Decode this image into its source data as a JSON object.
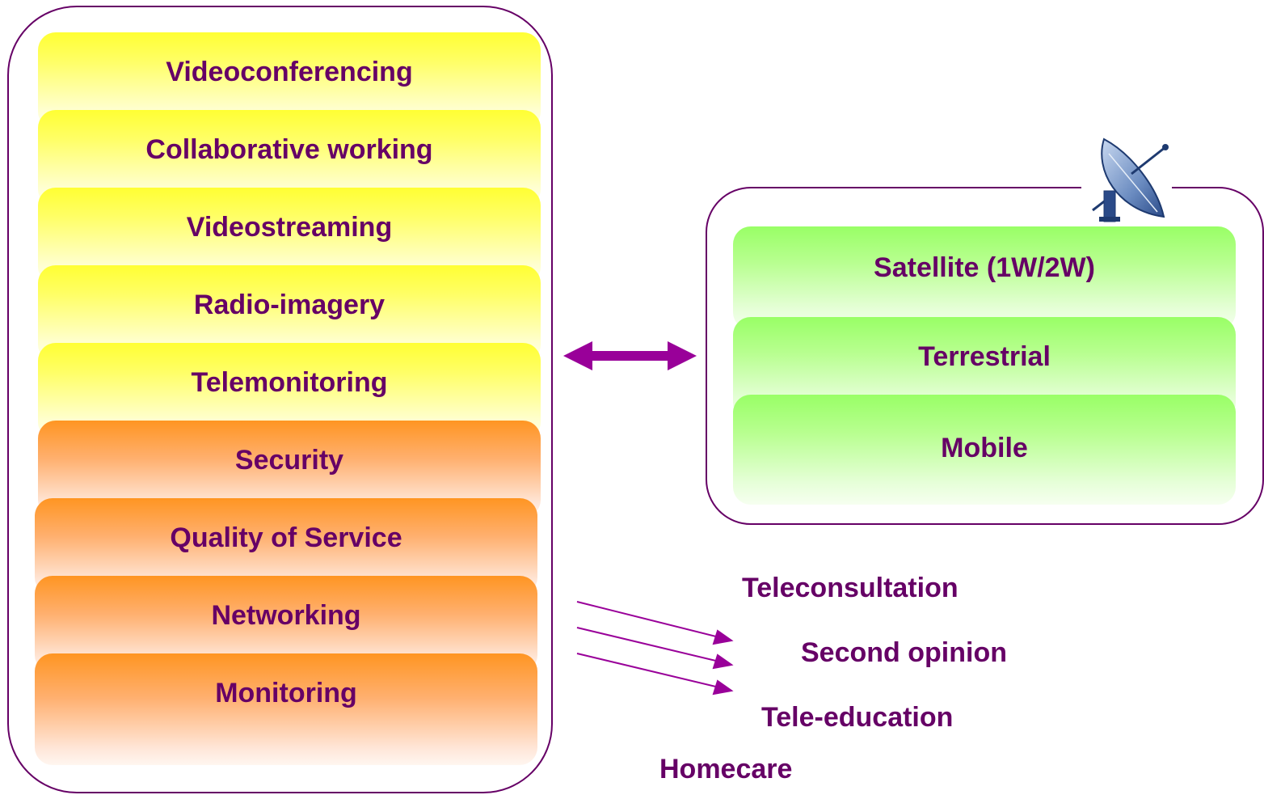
{
  "stack": {
    "layers": [
      {
        "label": "Videoconferencing",
        "color": "#ffff33"
      },
      {
        "label": "Collaborative working",
        "color": "#ffff33"
      },
      {
        "label": "Videostreaming",
        "color": "#ffff33"
      },
      {
        "label": "Radio-imagery",
        "color": "#ffff33"
      },
      {
        "label": "Telemonitoring",
        "color": "#ffff33"
      },
      {
        "label": "Security",
        "color": "#ff9522"
      },
      {
        "label": "Quality of Service",
        "color": "#ff9522"
      },
      {
        "label": "Networking",
        "color": "#ff9522"
      },
      {
        "label": "Monitoring",
        "color": "#ff9522"
      }
    ]
  },
  "connectivity": {
    "layers": [
      {
        "label": "Satellite (1W/2W)",
        "color": "#99ff66"
      },
      {
        "label": "Terrestrial",
        "color": "#99ff66"
      },
      {
        "label": "Mobile",
        "color": "#99ff66"
      }
    ],
    "icon": "satellite-dish-icon"
  },
  "services": {
    "items": [
      "Teleconsultation",
      "Second opinion",
      "Tele-education",
      "Homecare"
    ]
  },
  "colors": {
    "text": "#660066",
    "outline": "#660066",
    "arrow": "#990099"
  }
}
